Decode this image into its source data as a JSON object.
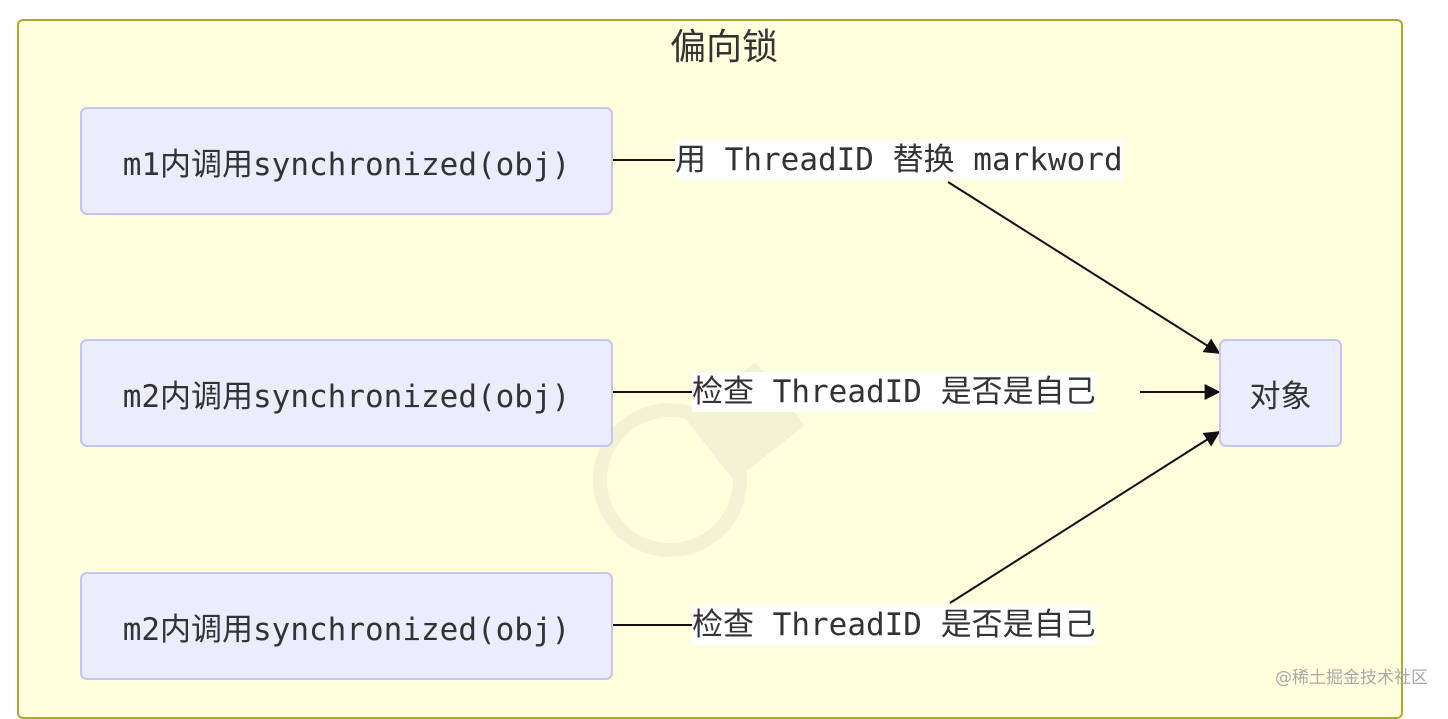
{
  "cluster": {
    "title": "偏向锁"
  },
  "nodes": {
    "m1": "m1内调用synchronized(obj)",
    "m2a": "m2内调用synchronized(obj)",
    "m2b": "m2内调用synchronized(obj)",
    "target": "对象"
  },
  "edges": {
    "e1": "用 ThreadID 替换 markword",
    "e2": "检查 ThreadID 是否是自己",
    "e3": "检查 ThreadID 是否是自己"
  },
  "corner_mark": "@稀土掘金技术社区",
  "colors": {
    "cluster_fill": "#ffffde",
    "cluster_border": "#aaaa33",
    "node_fill": "#ececff",
    "node_border": "#c5c5ef",
    "edge": "#333333"
  }
}
